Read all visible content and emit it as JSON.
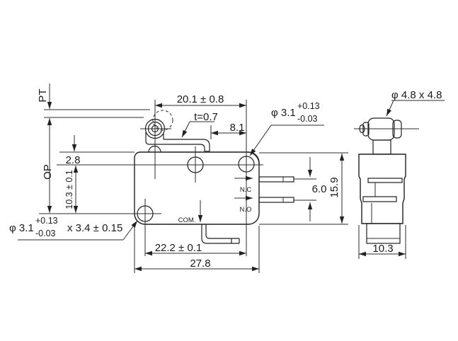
{
  "drawing": {
    "front": {
      "dim_width_top": "20.1 ± 0.8",
      "dim_thickness": "t=0.7",
      "dim_lever_tip": "8.1",
      "dim_pretravel": "PT",
      "dim_operating": "OP",
      "dim_hole_offset": "2.8",
      "dim_hole_pitch_v": "10.3 ± 0.1",
      "dim_hole_pitch_h": "22.2 ± 0.1",
      "dim_width": "27.8",
      "dim_terminal_pitch": "6.0",
      "dim_height": "15.9",
      "hole_top_dia": "φ 3.1",
      "hole_top_tol_plus": "+0.13",
      "hole_top_tol_minus": "-0.03",
      "hole_bottom_dia": "φ 3.1",
      "hole_bottom_tol_plus": "+0.13",
      "hole_bottom_tol_minus": "-0.03",
      "hole_bottom_depth": "x 3.4 ± 0.15",
      "terminal_nc": "N.C",
      "terminal_no": "N.O",
      "terminal_com": "COM."
    },
    "side": {
      "roller_dim": "φ 4.8 x 4.8",
      "dim_depth": "10.3"
    }
  }
}
